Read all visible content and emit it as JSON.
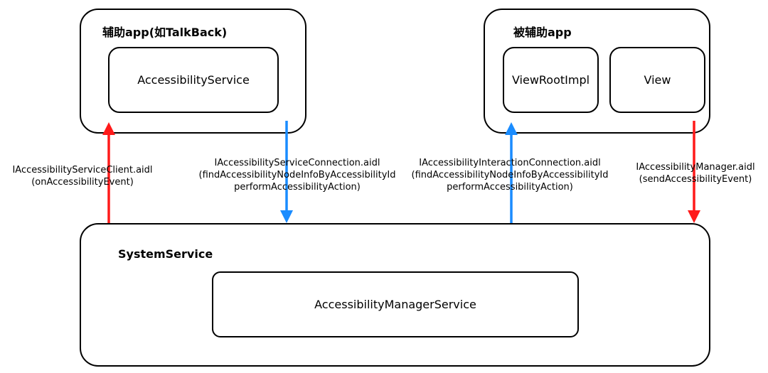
{
  "helper_app": {
    "title": "辅助app(如TalkBack)",
    "service_label": "AccessibilityService"
  },
  "target_app": {
    "title": "被辅助app",
    "view_root_label": "ViewRootImpl",
    "view_label": "View"
  },
  "system": {
    "title": "SystemService",
    "manager_label": "AccessibilityManagerService"
  },
  "connections": {
    "client": {
      "line1": "IAccessibilityServiceClient.aidl",
      "line2": "(onAccessibilityEvent)"
    },
    "service_connection": {
      "line1": "IAccessibilityServiceConnection.aidl",
      "line2": "(findAccessibilityNodeInfoByAccessibilityId",
      "line3": "performAccessibilityAction)"
    },
    "interaction_connection": {
      "line1": "IAccessibilityInteractionConnection.aidl",
      "line2": "(findAccessibilityNodeInfoByAccessibilityId",
      "line3": "performAccessibilityAction)"
    },
    "manager": {
      "line1": "IAccessibilityManager.aidl",
      "line2": "(sendAccessibilityEvent)"
    }
  },
  "colors": {
    "red_arrow": "#ff1a1a",
    "blue_arrow": "#1a8cff"
  }
}
